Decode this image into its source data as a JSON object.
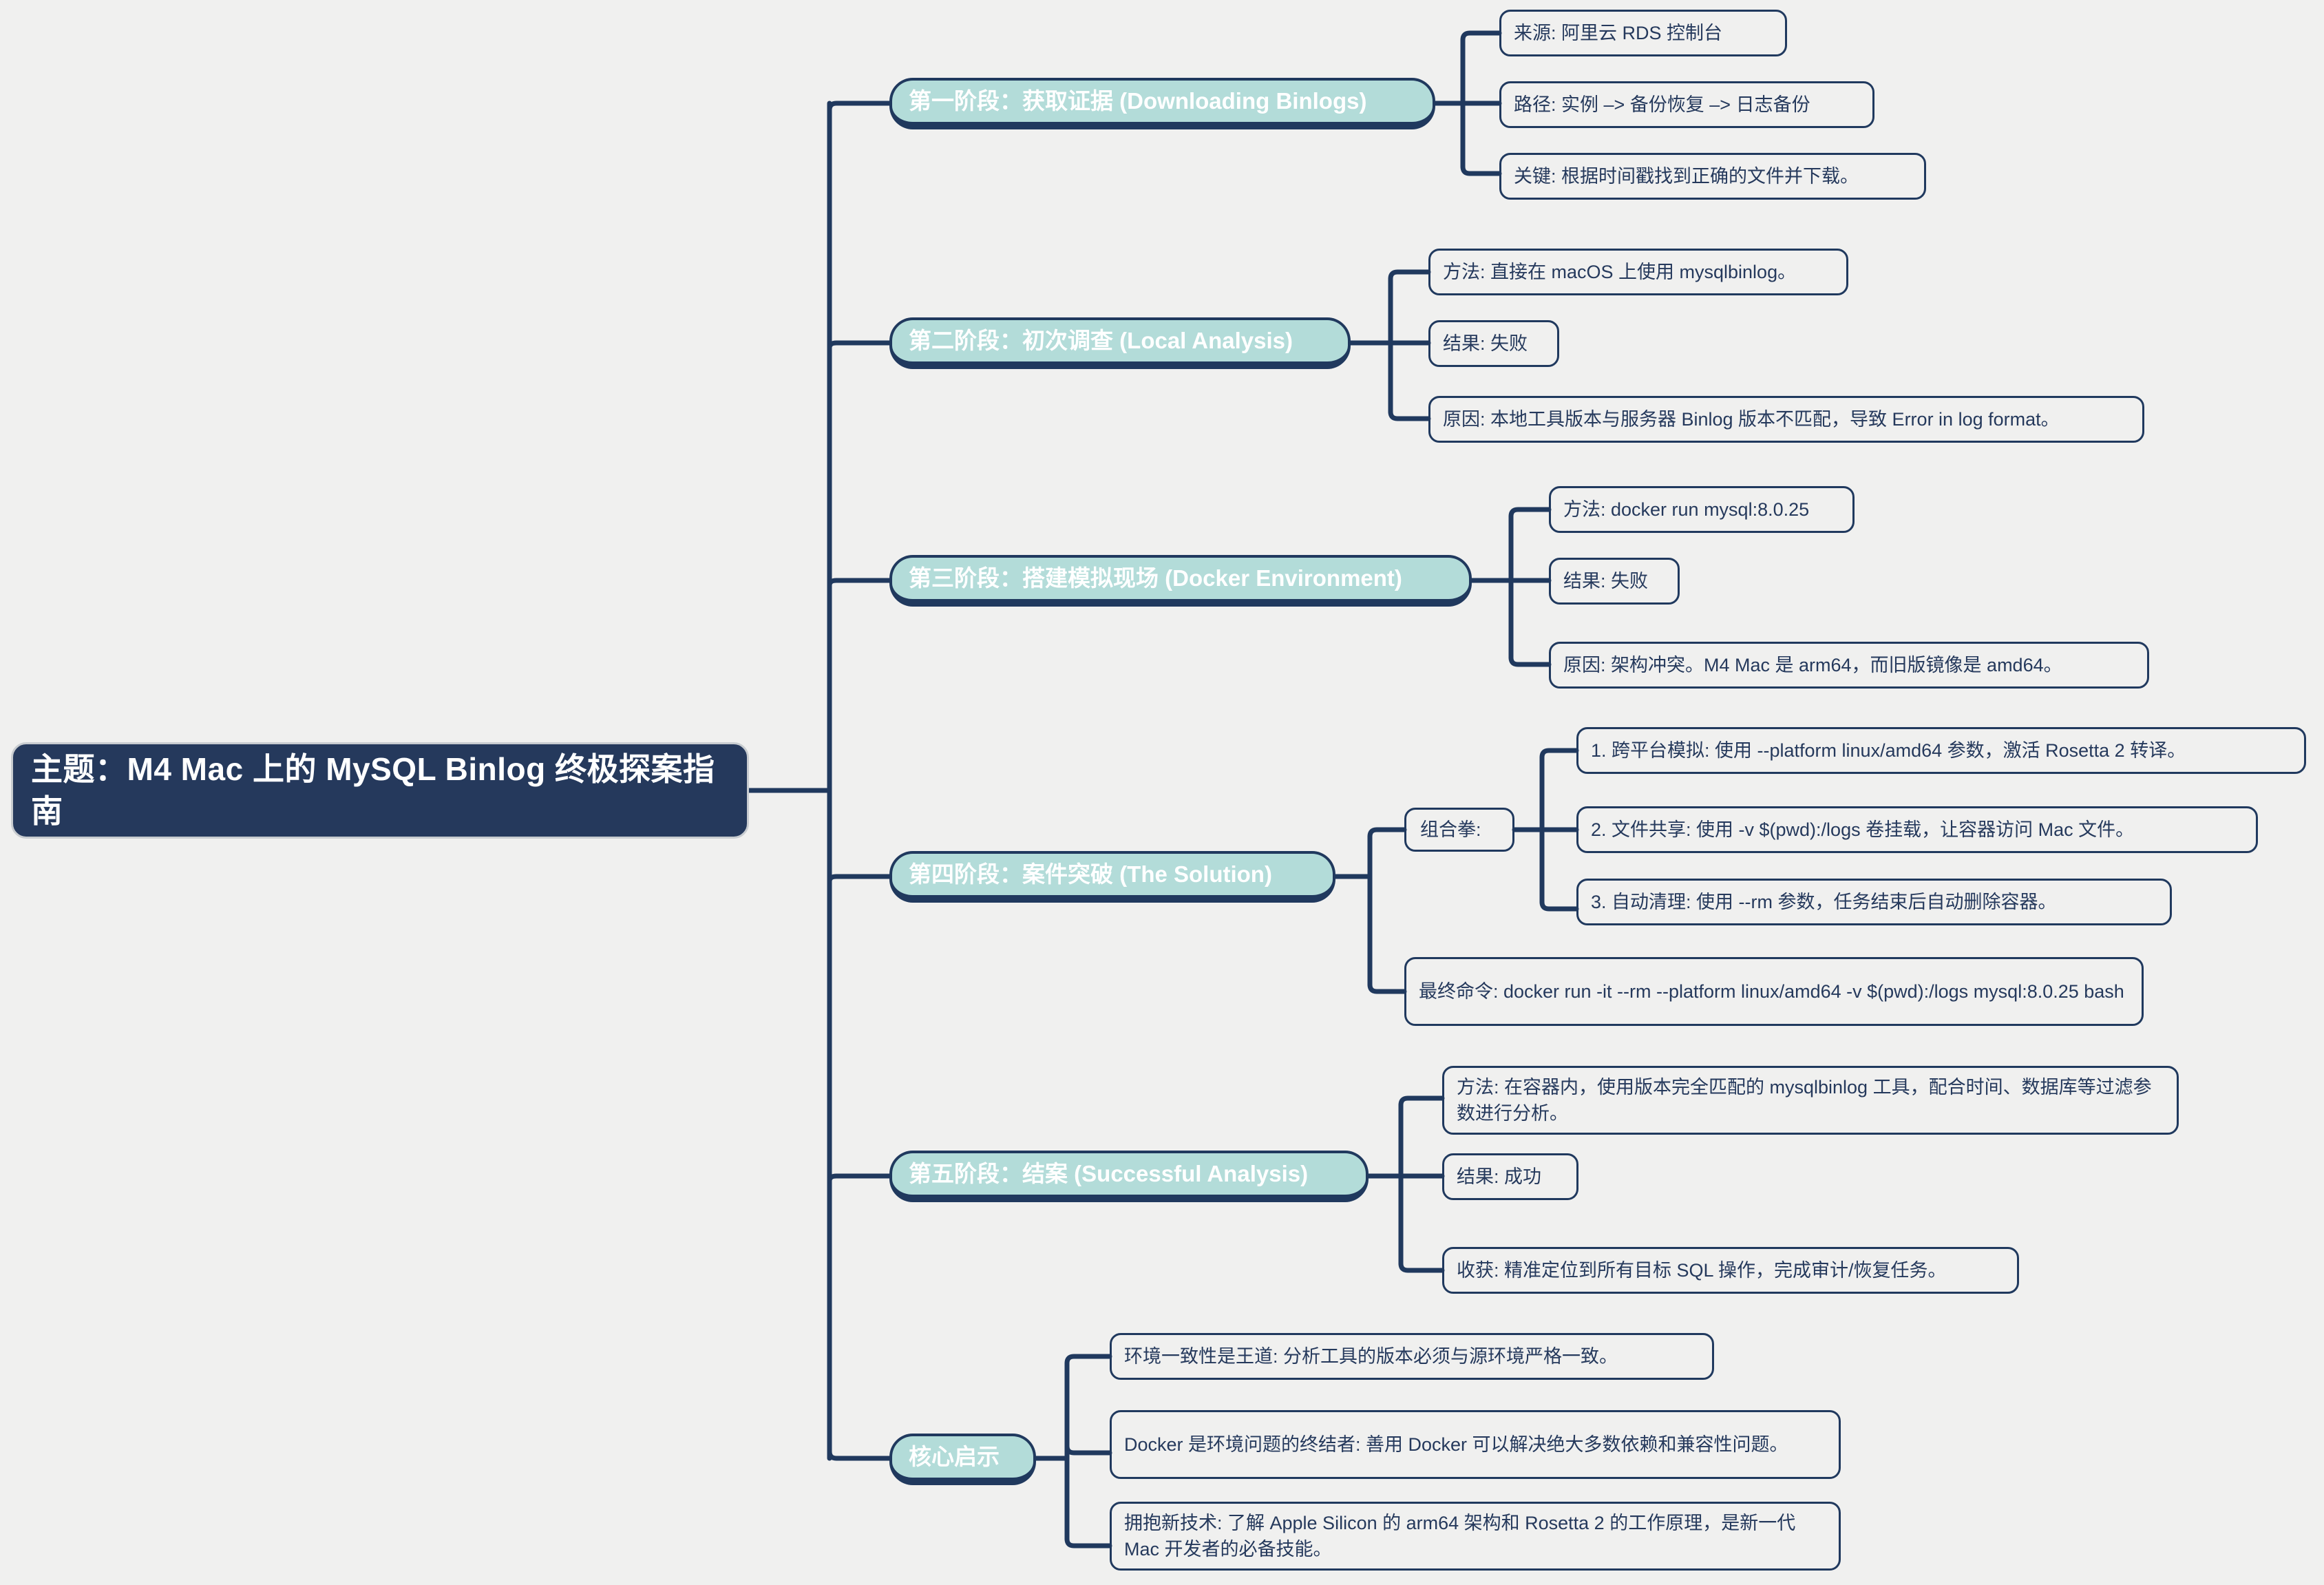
{
  "background_color": "#f0f0ef",
  "colors": {
    "root_fill": "#25395c",
    "root_border": "#c8ccd0",
    "root_text": "#ffffff",
    "phase_fill": "#b3dcd9",
    "phase_border": "#20395e",
    "phase_text": "#ffffff",
    "leaf_border": "#20395e",
    "leaf_text": "#25395c",
    "connector": "#20395e"
  },
  "root": {
    "label": "主题：M4 Mac 上的 MySQL Binlog 终极探案指南"
  },
  "branches": [
    {
      "id": "phase1",
      "label": "第一阶段：获取证据 (Downloading Binlogs)",
      "children": [
        {
          "label": "来源: 阿里云 RDS 控制台"
        },
        {
          "label": "路径: 实例 –> 备份恢复 –> 日志备份"
        },
        {
          "label": "关键: 根据时间戳找到正确的文件并下载。"
        }
      ]
    },
    {
      "id": "phase2",
      "label": "第二阶段：初次调查 (Local Analysis)",
      "children": [
        {
          "label": "方法: 直接在 macOS 上使用 mysqlbinlog。"
        },
        {
          "label": "结果: 失败"
        },
        {
          "label": "原因: 本地工具版本与服务器 Binlog 版本不匹配，导致 Error in log format。"
        }
      ]
    },
    {
      "id": "phase3",
      "label": "第三阶段：搭建模拟现场 (Docker Environment)",
      "children": [
        {
          "label": "方法: docker run mysql:8.0.25"
        },
        {
          "label": "结果: 失败"
        },
        {
          "label": "原因: 架构冲突。M4 Mac 是 arm64，而旧版镜像是 amd64。"
        }
      ]
    },
    {
      "id": "phase4",
      "label": "第四阶段：案件突破 (The Solution)",
      "children": [
        {
          "label": "组合拳:",
          "children": [
            {
              "label": "1. 跨平台模拟: 使用 --platform linux/amd64 参数，激活 Rosetta 2 转译。"
            },
            {
              "label": "2. 文件共享: 使用 -v $(pwd):/logs 卷挂载，让容器访问 Mac 文件。"
            },
            {
              "label": "3. 自动清理: 使用 --rm 参数，任务结束后自动删除容器。"
            }
          ]
        },
        {
          "label": "最终命令: docker run -it --rm --platform linux/amd64 -v $(pwd):/logs mysql:8.0.25 bash"
        }
      ]
    },
    {
      "id": "phase5",
      "label": "第五阶段：结案 (Successful Analysis)",
      "children": [
        {
          "label": "方法: 在容器内，使用版本完全匹配的 mysqlbinlog 工具，配合时间、数据库等过滤参数进行分析。"
        },
        {
          "label": "结果: 成功"
        },
        {
          "label": "收获: 精准定位到所有目标 SQL 操作，完成审计/恢复任务。"
        }
      ]
    },
    {
      "id": "insights",
      "label": "核心启示",
      "children": [
        {
          "label": "环境一致性是王道: 分析工具的版本必须与源环境严格一致。"
        },
        {
          "label": "Docker 是环境问题的终结者: 善用 Docker 可以解决绝大多数依赖和兼容性问题。"
        },
        {
          "label": "拥抱新技术: 了解 Apple Silicon 的 arm64 架构和 Rosetta 2 的工作原理，是新一代 Mac 开发者的必备技能。"
        }
      ]
    }
  ]
}
